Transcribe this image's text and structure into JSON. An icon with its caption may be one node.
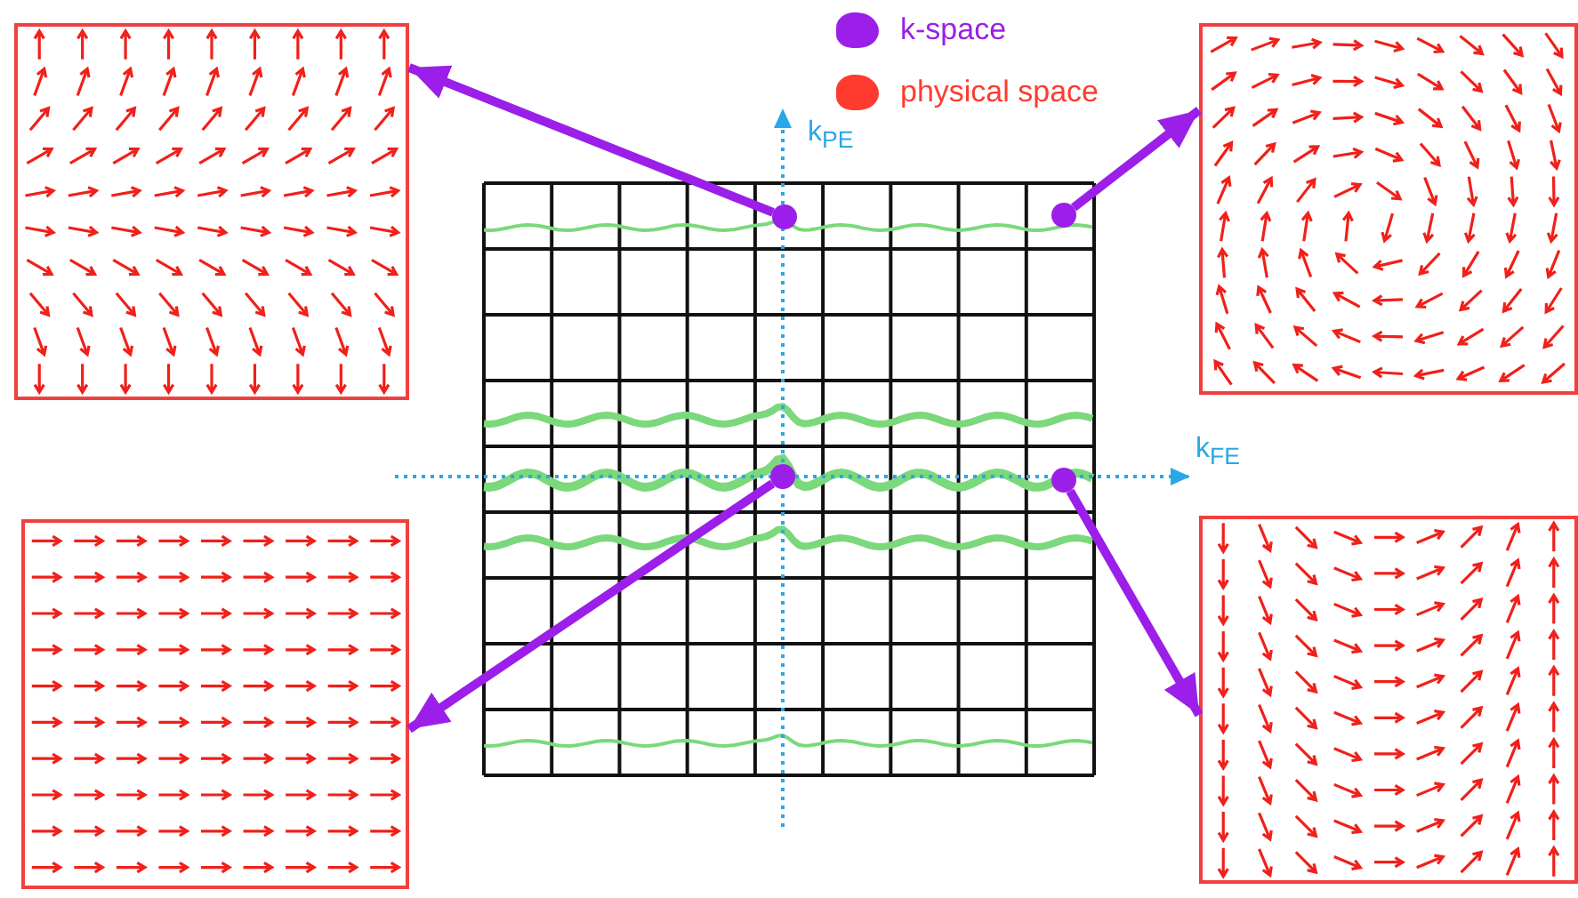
{
  "diagram": {
    "nodes": [
      {
        "text": [],
        "shape": "picture"
      },
      {
        "text": [],
        "shape": "picture"
      },
      {
        "text": [],
        "shape": "circle"
      },
      {
        "text": [],
        "shape": "circle"
      },
      {
        "text": [],
        "shape": "circle"
      },
      {
        "text": [],
        "shape": "circle"
      },
      {
        "text": [],
        "shape": "picture"
      },
      {
        "text": [],
        "shape": "picture"
      }
    ],
    "edges": [
      {
        "from": 2,
        "to": 0,
        "arrow": "to"
      },
      {
        "from": 3,
        "to": 1,
        "arrow": "to"
      },
      {
        "from": 4,
        "to": 6,
        "arrow": "to"
      },
      {
        "from": 5,
        "to": 7,
        "arrow": "to"
      }
    ],
    "labels": [
      "k$_{PE}$",
      "k$_{FE}$"
    ],
    "legend": [
      {
        "text": "k-space",
        "color": "#9b1fe8"
      },
      {
        "text": "physical space",
        "color": "#ff3b2f"
      }
    ]
  }
}
